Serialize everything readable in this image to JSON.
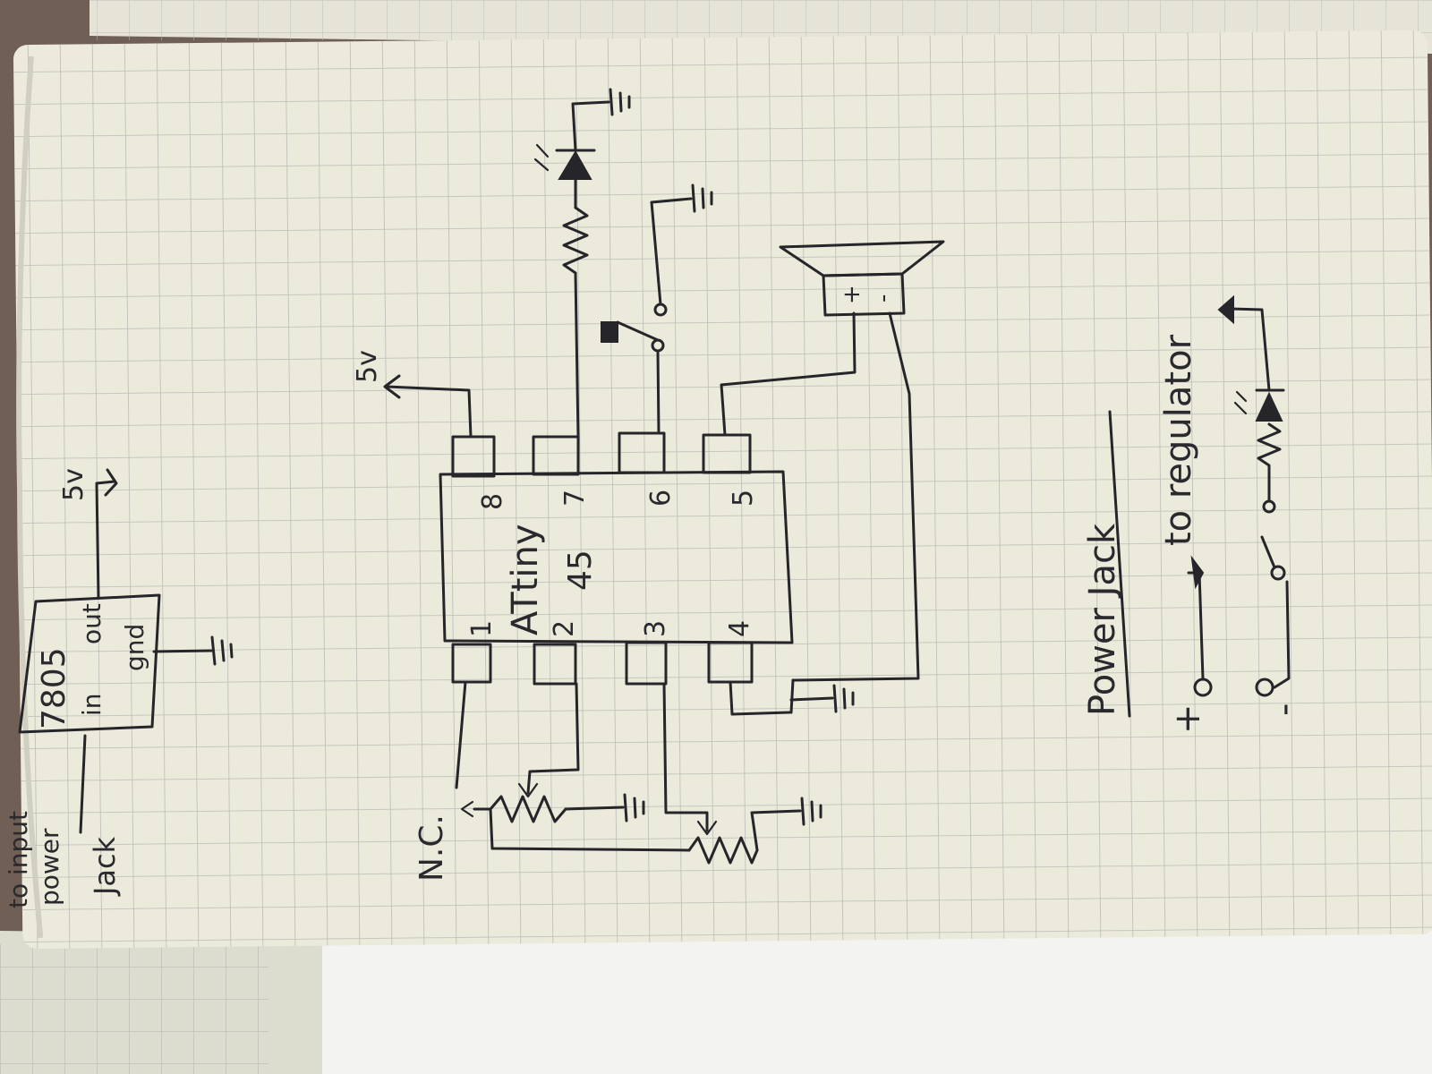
{
  "colors": {
    "paper": "#eceadb",
    "grid": "#b9bcb6",
    "ink": "#26262a",
    "background": "#6f5f55",
    "under_page": "#f2f2f0"
  },
  "labels": {
    "regulator_part": "7805",
    "regulator_in": "in",
    "regulator_out": "out",
    "regulator_gnd": "gnd",
    "regulator_output_voltage": "5v",
    "regulator_input_note_line1": "to input",
    "regulator_input_note_line2": "power",
    "regulator_input_note_line3": "Jack",
    "chip_name_line1": "ATtiny",
    "chip_name_line2": "45",
    "pin1": "1",
    "pin2": "2",
    "pin3": "3",
    "pin4": "4",
    "pin5": "5",
    "pin6": "6",
    "pin7": "7",
    "pin8": "8",
    "vcc_label": "5v",
    "not_connected": "N.C.",
    "speaker_plus": "+",
    "speaker_minus": "-",
    "power_jack_title": "Power Jack",
    "to_regulator": "to regulator",
    "jack_plus": "+",
    "jack_minus": "-"
  },
  "icons": [
    "ground-symbol",
    "resistor-symbol",
    "potentiometer-symbol",
    "led-symbol",
    "push-button-switch-symbol",
    "speaker-symbol",
    "arrow-symbol"
  ]
}
